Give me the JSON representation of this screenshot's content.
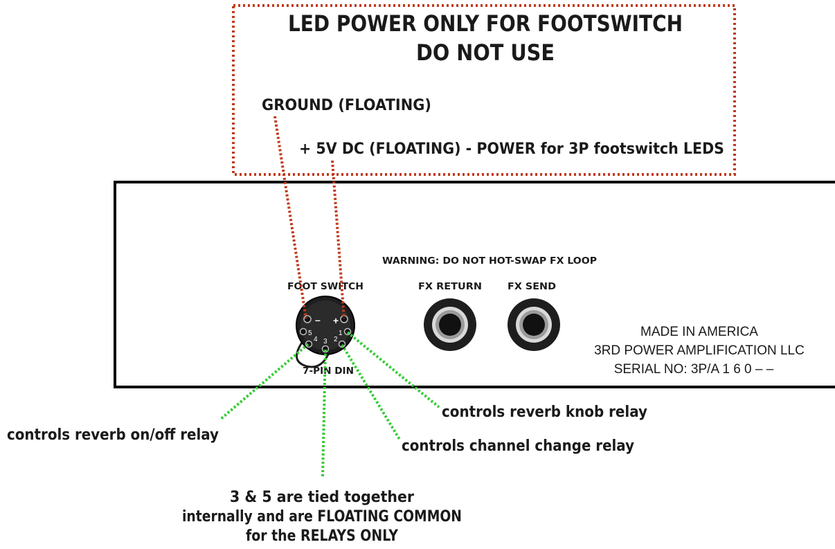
{
  "colors": {
    "warning_border": "#c0391b",
    "led_leader": "#c0391b",
    "relay_leader": "#33cc33",
    "panel_border": "#000000",
    "connector_body": "#1e1e1e",
    "jack_ring": "#d8d8d8"
  },
  "warning_box": {
    "title_line1": "LED POWER ONLY FOR FOOTSWITCH",
    "title_line2": "DO NOT USE",
    "ground_label": "GROUND (FLOATING)",
    "power_label": "+ 5V DC (FLOATING) - POWER for 3P footswitch LEDS"
  },
  "panel": {
    "warning_text": "WARNING: DO NOT HOT-SWAP FX LOOP",
    "footswitch_label": "FOOT SWITCH",
    "connector_label": "7-PIN DIN",
    "fx_return_label": "FX RETURN",
    "fx_send_label": "FX SEND",
    "made_in": "MADE IN AMERICA",
    "company": "3RD POWER AMPLIFICATION LLC",
    "serial": "SERIAL NO: 3P/A 1 6 0 – –"
  },
  "din_pins": {
    "minus": "–",
    "plus": "+",
    "pin5": "5",
    "pin4": "4",
    "pin3": "3",
    "pin2": "2",
    "pin1": "1"
  },
  "callouts": {
    "reverb_onoff": "controls reverb on/off relay",
    "reverb_knob": "controls reverb knob relay",
    "channel_change": "controls channel change relay",
    "common_line1": "3 & 5 are tied together",
    "common_line2": "internally and are FLOATING COMMON",
    "common_line3": "for the RELAYS ONLY"
  }
}
